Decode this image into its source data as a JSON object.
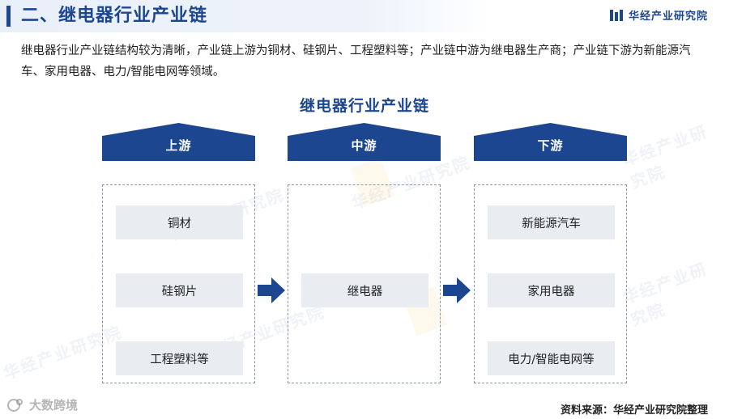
{
  "header": {
    "title": "二、继电器行业产业链",
    "brand": "华经产业研究院"
  },
  "intro": "继电器行业产业链结构较为清晰，产业链上游为铜材、硅钢片、工程塑料等；产业链中游为继电器生产商；产业链下游为新能源汽车、家用电器、电力/智能电网等领域。",
  "diagram": {
    "title": "继电器行业产业链",
    "stages": [
      {
        "name": "上游",
        "items": [
          "铜材",
          "硅钢片",
          "工程塑料等"
        ]
      },
      {
        "name": "中游",
        "items": [
          "继电器"
        ]
      },
      {
        "name": "下游",
        "items": [
          "新能源汽车",
          "家用电器",
          "电力/智能电网等"
        ]
      }
    ]
  },
  "source": {
    "label": "资料来源：",
    "value": "华经产业研究院整理"
  },
  "watermark": {
    "text": "华经产业研究院",
    "corner": "大数跨境"
  },
  "colors": {
    "primary": "#1c468f",
    "item_bg": "#e9ecf0",
    "border": "#8a97a8"
  }
}
